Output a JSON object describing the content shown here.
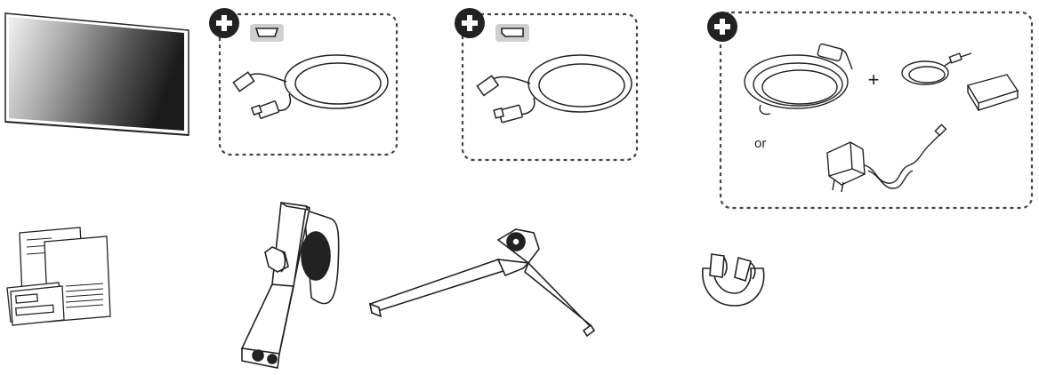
{
  "labels": {
    "plus": "+",
    "or": "or"
  },
  "colors": {
    "stroke": "#222222",
    "dashed_border": "#444444",
    "badge": "#cfcfcf",
    "panel_dark": "#222222"
  },
  "items": [
    {
      "name": "monitor",
      "optional": false
    },
    {
      "name": "hdmi-cable",
      "optional": true,
      "icon": "hdmi-port-icon"
    },
    {
      "name": "displayport-cable",
      "optional": true,
      "icon": "displayport-icon"
    },
    {
      "name": "power-cord-and-adapter",
      "optional": true
    },
    {
      "name": "documents",
      "optional": false
    },
    {
      "name": "stand-body",
      "optional": false
    },
    {
      "name": "stand-base",
      "optional": false
    },
    {
      "name": "cable-holder",
      "optional": false
    }
  ]
}
